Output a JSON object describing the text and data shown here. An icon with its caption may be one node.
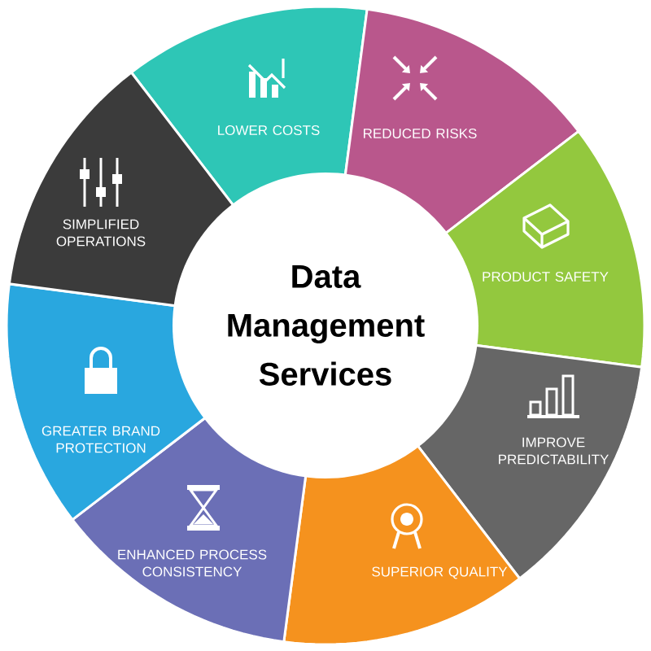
{
  "diagram": {
    "nodes": [
      {
        "text": [
          "Data Management Services"
        ]
      },
      {
        "text": [
          "LOWER COSTS"
        ]
      },
      {
        "text": [
          "REDUCED RISKS"
        ]
      },
      {
        "text": [
          "PRODUCT SAFETY"
        ]
      },
      {
        "text": [
          "IMPROVE PREDICTABILITY"
        ]
      },
      {
        "text": [
          "SUPERIOR QUALITY"
        ]
      },
      {
        "text": [
          "ENHANCED PROCESS CONSISTENCY"
        ]
      },
      {
        "text": [
          "GREATER BRAND PROTECTION"
        ]
      },
      {
        "text": [
          "SIMPLIFIED OPERATIONS"
        ]
      }
    ],
    "edges": []
  }
}
